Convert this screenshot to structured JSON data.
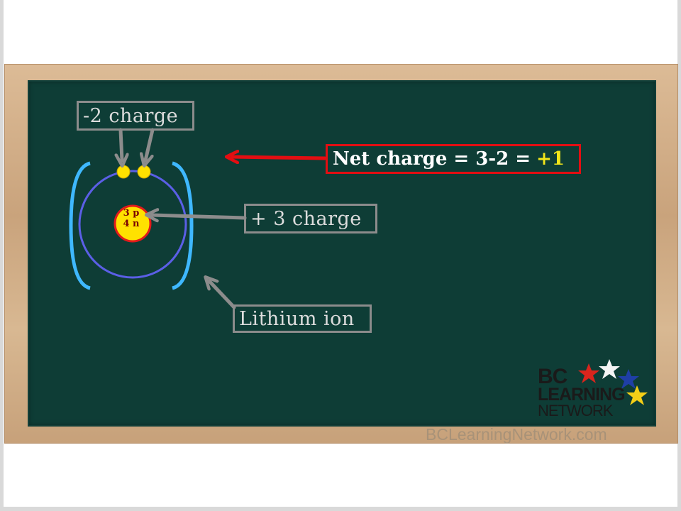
{
  "labels": {
    "electron_charge": "-2 charge",
    "nucleus_charge": "+ 3 charge",
    "ion_name": "Lithium ion",
    "net_charge_prefix": "Net charge = 3-2 =",
    "net_charge_value": "+1"
  },
  "nucleus": {
    "protons": "3 p",
    "neutrons": "4 n"
  },
  "logo": {
    "line1": "BC",
    "line2": "LEARNING",
    "line3": "NETWORK",
    "watermark": "BCLearningNetwork.com"
  },
  "colors": {
    "board": "#0e3d36",
    "orbit": "#5b5fe6",
    "bracket": "#3fb8ff",
    "electron": "#ffe100",
    "nucleus": "#ffe100",
    "nucleus_outline": "#e11b1b",
    "arrow_gray": "#8c8c8c",
    "arrow_red": "#e30e12",
    "net_value": "#f2e619"
  }
}
